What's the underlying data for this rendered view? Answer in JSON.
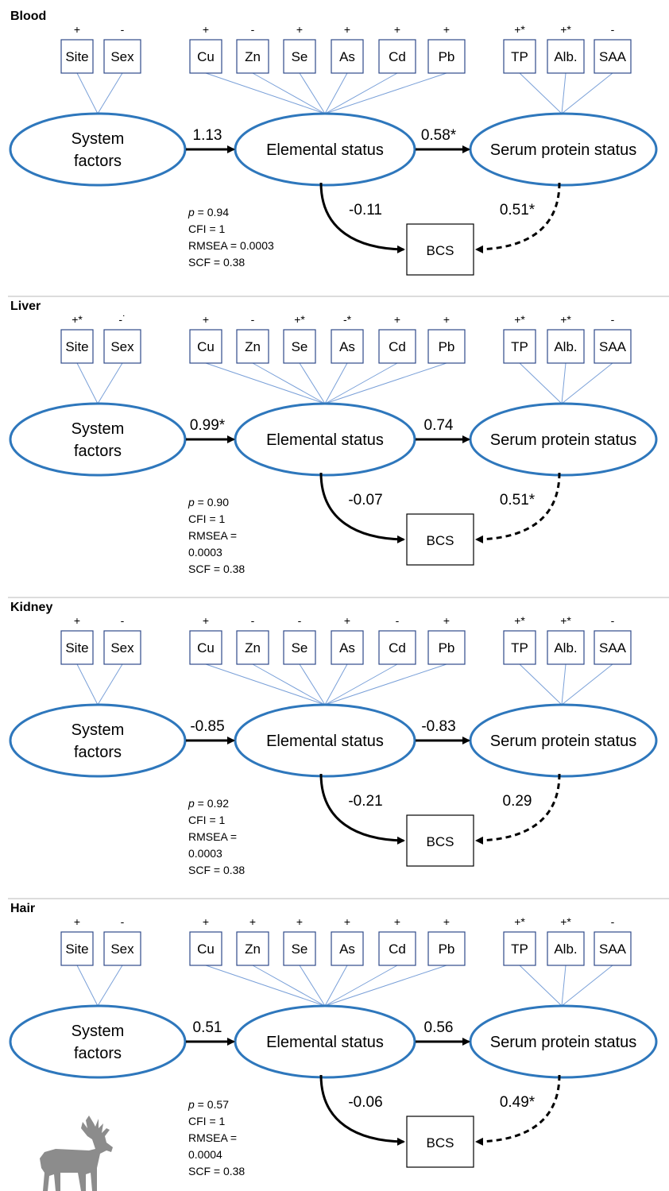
{
  "boxes": [
    "Site",
    "Sex",
    "Cu",
    "Zn",
    "Se",
    "As",
    "Cd",
    "Pb",
    "TP",
    "Alb.",
    "SAA"
  ],
  "latent": {
    "system": [
      "System",
      "factors"
    ],
    "elemental": "Elemental status",
    "serum": "Serum protein status",
    "bcs": "BCS"
  },
  "stats_labels": {
    "p": "p",
    "cfi": "CFI = 1",
    "scf": "SCF = 0.38"
  },
  "panels": [
    {
      "title": "Blood",
      "signs": [
        "+",
        "-",
        "+",
        "-",
        "+",
        "+",
        "+",
        "+",
        "+*",
        "+*",
        "-"
      ],
      "paths": {
        "system_elemental": "1.13",
        "elemental_serum": "0.58*",
        "elemental_bcs": "-0.11",
        "serum_bcs": "0.51*"
      },
      "stats": [
        "= 0.94",
        "CFI = 1",
        "RMSEA = 0.0003",
        "SCF = 0.38"
      ]
    },
    {
      "title": "Liver",
      "signs": [
        "+*",
        "-˙",
        "+",
        "-",
        "+*",
        "-*",
        "+",
        "+",
        "+*",
        "+*",
        "-"
      ],
      "paths": {
        "system_elemental": "0.99*",
        "elemental_serum": "0.74",
        "elemental_bcs": "-0.07",
        "serum_bcs": "0.51*"
      },
      "stats": [
        "= 0.90",
        "CFI = 1",
        "RMSEA =",
        "0.0003",
        "SCF = 0.38"
      ]
    },
    {
      "title": "Kidney",
      "signs": [
        "+",
        "-",
        "+",
        "-",
        "-",
        "+",
        "-",
        "+",
        "+*",
        "+*",
        "-"
      ],
      "paths": {
        "system_elemental": "-0.85",
        "elemental_serum": "-0.83",
        "elemental_bcs": "-0.21",
        "serum_bcs": "0.29"
      },
      "stats": [
        "= 0.92",
        "CFI = 1",
        "RMSEA =",
        "0.0003",
        "SCF = 0.38"
      ]
    },
    {
      "title": "Hair",
      "signs": [
        "+",
        "-",
        "+",
        "+",
        "+",
        "+",
        "+",
        "+",
        "+*",
        "+*",
        "-"
      ],
      "paths": {
        "system_elemental": "0.51",
        "elemental_serum": "0.56",
        "elemental_bcs": "-0.06",
        "serum_bcs": "0.49*"
      },
      "stats": [
        "= 0.57",
        "CFI = 1",
        "RMSEA =",
        "0.0004",
        "SCF = 0.38"
      ]
    }
  ],
  "colors": {
    "ellipse_stroke": "#2e77bc",
    "thin_line": "#7aa0d8",
    "deer": "#8c8c8c"
  },
  "icons": [
    "deer-silhouette-icon"
  ]
}
